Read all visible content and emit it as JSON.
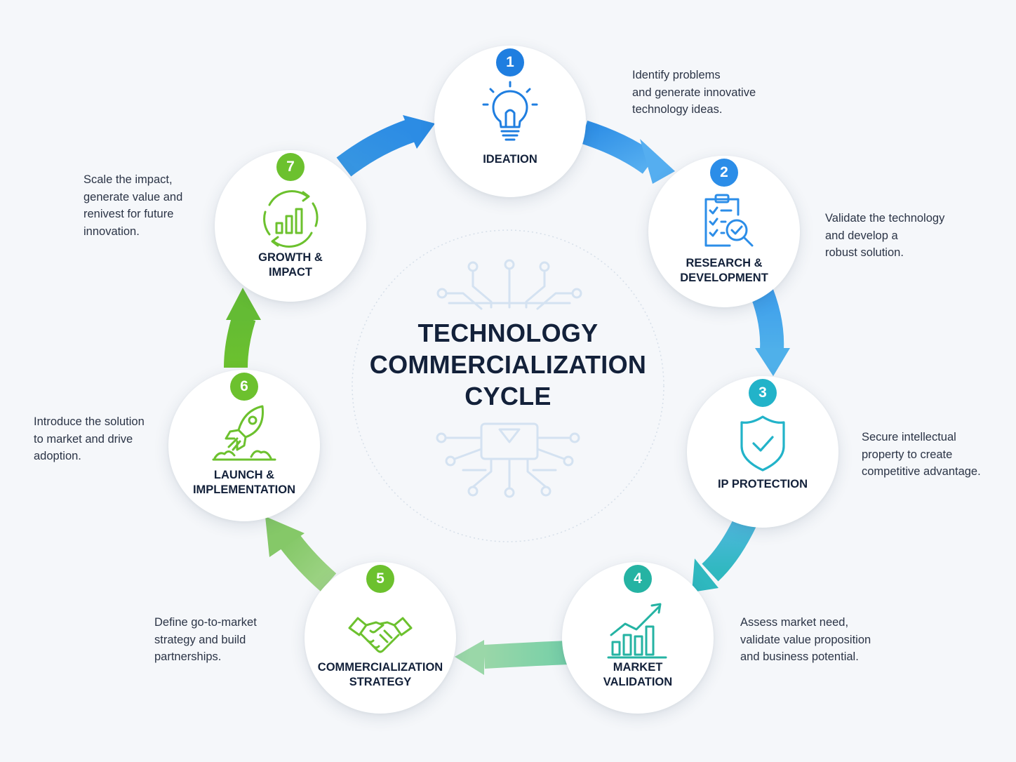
{
  "title": {
    "lines": [
      "TECHNOLOGY",
      "COMMERCIALIZATION",
      "CYCLE"
    ]
  },
  "steps": [
    {
      "number": "1",
      "label_lines": [
        "IDEATION"
      ],
      "icon": "lightbulb-icon",
      "color": "#1f7ee0",
      "description_lines": [
        "Identify problems",
        "and generate innovative",
        "technology ideas."
      ]
    },
    {
      "number": "2",
      "label_lines": [
        "RESEARCH &",
        "DEVELOPMENT"
      ],
      "icon": "clipboard-magnifier-icon",
      "color": "#2b8de8",
      "description_lines": [
        "Validate the technology",
        "and develop a",
        "robust solution."
      ]
    },
    {
      "number": "3",
      "label_lines": [
        "IP PROTECTION"
      ],
      "icon": "shield-check-icon",
      "color": "#22b3c9",
      "description_lines": [
        "Secure intellectual",
        "property to create",
        "competitive advantage."
      ]
    },
    {
      "number": "4",
      "label_lines": [
        "MARKET",
        "VALIDATION"
      ],
      "icon": "rising-bar-chart-icon",
      "color": "#25b3a3",
      "description_lines": [
        "Assess market need,",
        "validate value proposition",
        "and business potential."
      ]
    },
    {
      "number": "5",
      "label_lines": [
        "COMMERCIALIZATION",
        "STRATEGY"
      ],
      "icon": "handshake-icon",
      "color": "#6cc12e",
      "description_lines": [
        "Define go-to-market",
        "strategy and build",
        "partnerships."
      ]
    },
    {
      "number": "6",
      "label_lines": [
        "LAUNCH &",
        "IMPLEMENTATION"
      ],
      "icon": "rocket-icon",
      "color": "#6cc12e",
      "description_lines": [
        "Introduce the solution",
        "to market and drive",
        "adoption."
      ]
    },
    {
      "number": "7",
      "label_lines": [
        "GROWTH &",
        "IMPACT"
      ],
      "icon": "growth-cycle-icon",
      "color": "#6cc12e",
      "description_lines": [
        "Scale the impact,",
        "generate value and",
        "renivest for future",
        "innovation."
      ]
    }
  ],
  "palette": {
    "background": "#f5f7fa",
    "title_text": "#13213a",
    "body_text": "#2b3446",
    "arrow_blue": "#2f8fe6",
    "arrow_teal": "#35b5c2",
    "arrow_green": "#6cc12e",
    "circuit": "#d4e2f1"
  }
}
